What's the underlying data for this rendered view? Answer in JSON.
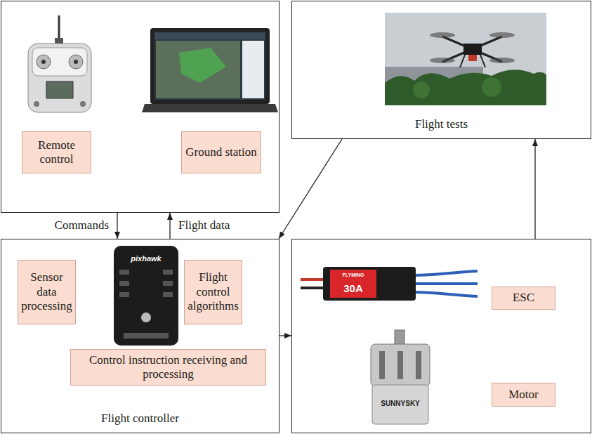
{
  "diagram": {
    "nodes": [
      {
        "text": []
      },
      {
        "text": [
          "Remote control"
        ],
        "in": 0
      },
      {
        "text": [
          "Ground station"
        ],
        "in": 0
      },
      {
        "text": [
          "Flight tests"
        ]
      },
      {
        "text": [
          "Flight controller"
        ]
      },
      {
        "text": [
          "Sensor data processing"
        ],
        "in": 4
      },
      {
        "text": [
          "Flight control algorithms"
        ],
        "in": 4
      },
      {
        "text": [
          "Control instruction receiving and processing"
        ],
        "in": 4
      },
      {
        "text": []
      },
      {
        "text": [
          "ESC"
        ],
        "in": 8
      },
      {
        "text": [
          "Motor"
        ],
        "in": 8
      }
    ],
    "edges": [
      {
        "from": 0,
        "to": 4,
        "arrow": "to",
        "label": "Commands"
      },
      {
        "from": 4,
        "to": 0,
        "arrow": "to",
        "label": "Flight data"
      },
      {
        "from": 3,
        "to": 4,
        "arrow": "to"
      },
      {
        "from": 4,
        "to": 8,
        "arrow": "to"
      },
      {
        "from": 8,
        "to": 3,
        "arrow": "to"
      }
    ],
    "labels": [
      "pixhawk",
      "FLYMING",
      "30A",
      "SUNNYSKY"
    ]
  }
}
